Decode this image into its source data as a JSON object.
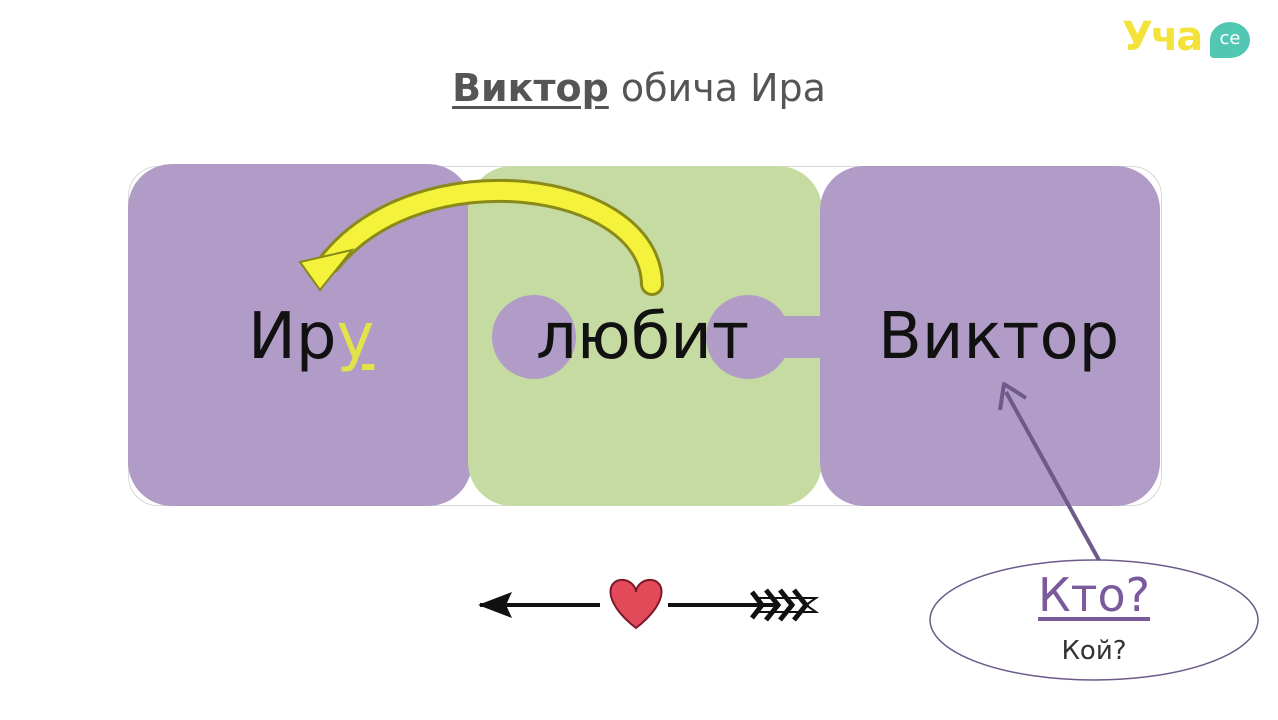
{
  "title": {
    "subject": "Виктор",
    "rest": " обича Ира"
  },
  "logo": {
    "text": "Уча",
    "badge": "се"
  },
  "blocks": {
    "object_stem": "Ир",
    "object_ending": "у",
    "verb": "любит",
    "subject": "Виктор"
  },
  "question": {
    "main": "Кто?",
    "sub": "Кой?"
  },
  "colors": {
    "purple": "#b09cc6",
    "green": "#c5dba2",
    "yellow": "#f4f23a",
    "arrow_purple": "#6d5a8a",
    "heart": "#e24a5a"
  },
  "icons": [
    "curved-arrow-icon",
    "heart-icon",
    "arrow-icon"
  ]
}
